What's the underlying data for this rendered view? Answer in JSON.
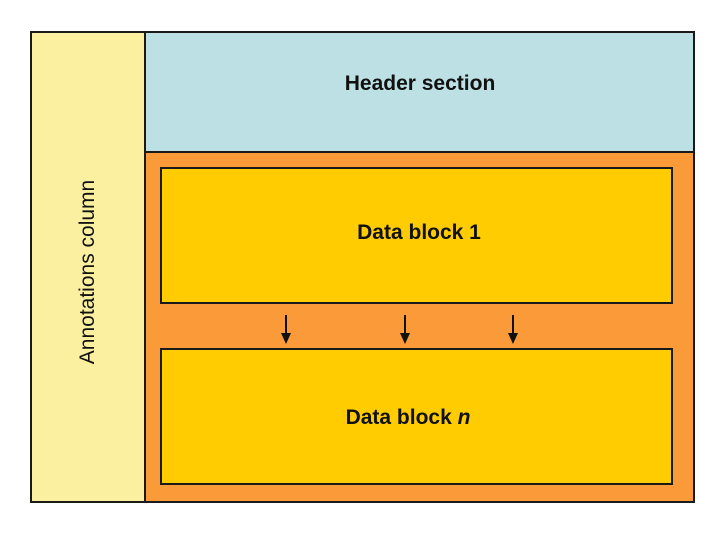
{
  "diagram": {
    "annotations_column": "Annotations column",
    "header_section": "Header section",
    "data_block_1": "Data block 1",
    "data_block_n_prefix": "Data block ",
    "data_block_n_var": "n"
  },
  "colors": {
    "annotations": "#fbf0a0",
    "header": "#bce0e3",
    "body": "#fb9a38",
    "blocks": "#fecc00",
    "stroke": "#1a1a1a"
  },
  "icons": [
    "down-arrow-icon",
    "down-arrow-icon",
    "down-arrow-icon"
  ]
}
